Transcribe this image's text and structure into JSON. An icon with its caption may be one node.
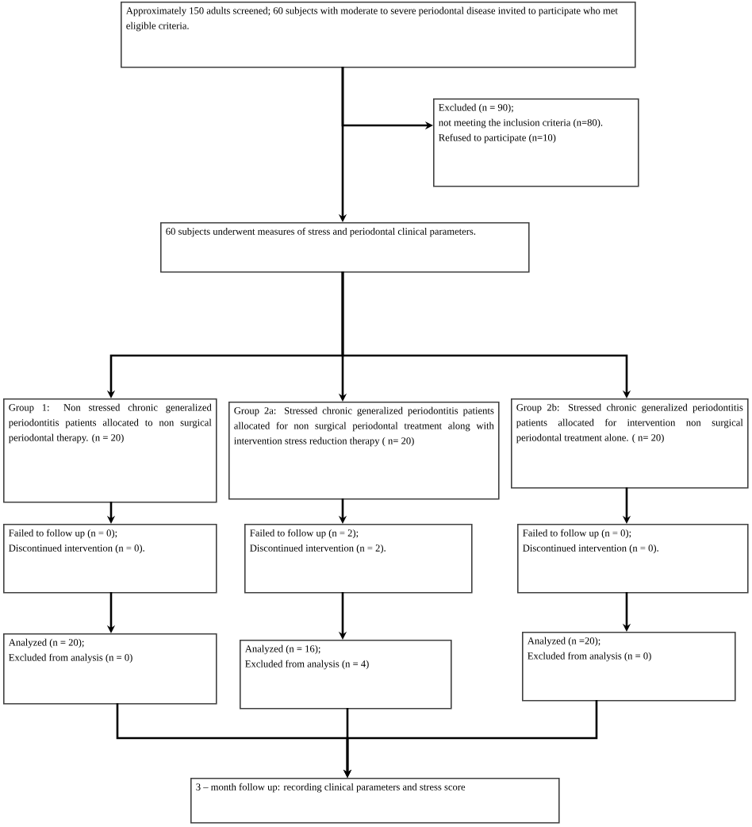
{
  "diagram": {
    "nodes": [
      {
        "text": [
          "Approximately 150 adults screened; 60 subjects with moderate to severe periodontal disease invited to participate who met eligible criteria."
        ]
      },
      {
        "text": [
          "Excluded (n = 90);",
          "not meeting the inclusion criteria (n=80).",
          "Refused to participate (n=10)"
        ]
      },
      {
        "text": [
          "60 subjects underwent measures of stress and periodontal clinical parameters."
        ]
      },
      {
        "text": [
          "Group 1: Non stressed chronic generalized periodontitis patients allocated to non surgical periodontal therapy. (n = 20)"
        ]
      },
      {
        "text": [
          "Group 2a: Stressed chronic generalized periodontitis patients allocated for non surgical periodontal treatment along with intervention stress reduction therapy ( n= 20)"
        ]
      },
      {
        "text": [
          "Group 2b: Stressed chronic generalized periodontitis patients allocated for intervention non surgical periodontal treatment alone. ( n= 20)"
        ]
      },
      {
        "text": [
          "Failed to follow up (n = 0);",
          "Discontinued intervention (n = 0)."
        ]
      },
      {
        "text": [
          "Failed to follow up (n = 2);",
          "Discontinued intervention (n = 2)."
        ]
      },
      {
        "text": [
          "Failed to follow up (n = 0);",
          "Discontinued intervention (n = 0)."
        ]
      },
      {
        "text": [
          "Analyzed (n = 20);",
          "Excluded from analysis (n = 0)"
        ]
      },
      {
        "text": [
          "Analyzed (n = 16);",
          "Excluded from analysis (n = 4)"
        ]
      },
      {
        "text": [
          "Analyzed (n =20);",
          "Excluded from analysis (n = 0)"
        ]
      },
      {
        "text": [
          "3 – month follow up: recording clinical parameters and stress score"
        ]
      }
    ],
    "edges": [
      {
        "from": 0,
        "to": 2,
        "arrow": "to"
      },
      {
        "from": 0,
        "to": 1,
        "arrow": "to"
      },
      {
        "from": 2,
        "to": 3,
        "arrow": "to"
      },
      {
        "from": 2,
        "to": 4,
        "arrow": "to"
      },
      {
        "from": 2,
        "to": 5,
        "arrow": "to"
      },
      {
        "from": 3,
        "to": 6,
        "arrow": "to"
      },
      {
        "from": 4,
        "to": 7,
        "arrow": "to"
      },
      {
        "from": 5,
        "to": 8,
        "arrow": "to"
      },
      {
        "from": 6,
        "to": 9,
        "arrow": "to"
      },
      {
        "from": 7,
        "to": 10,
        "arrow": "to"
      },
      {
        "from": 8,
        "to": 11,
        "arrow": "to"
      },
      {
        "from": 9,
        "to": 12,
        "arrow": "to"
      },
      {
        "from": 10,
        "to": 12,
        "arrow": "to"
      },
      {
        "from": 11,
        "to": 12,
        "arrow": "to"
      }
    ]
  }
}
